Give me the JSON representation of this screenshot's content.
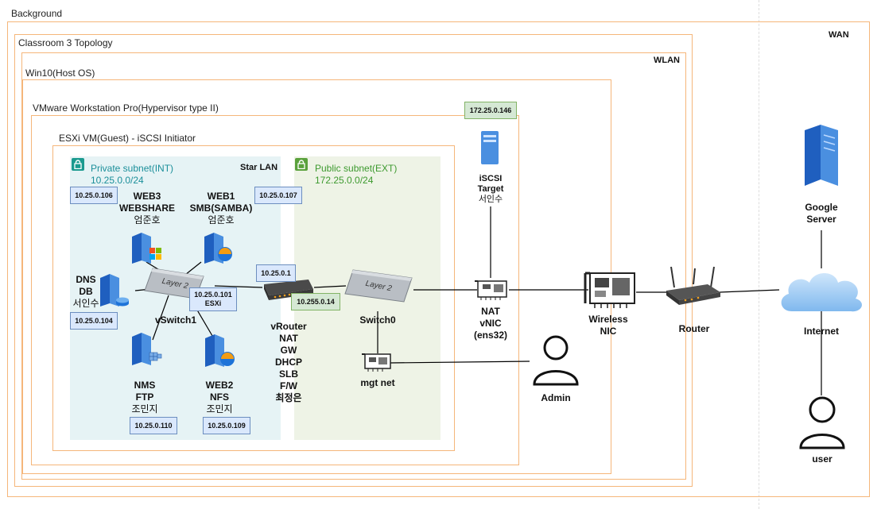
{
  "frames": {
    "background": "Background",
    "wan": "WAN",
    "classroom": "Classroom 3 Topology",
    "wlan": "WLAN",
    "host": "Win10(Host OS)",
    "hypervisor": "VMware Workstation Pro(Hypervisor type II)",
    "esxi": "ESXi VM(Guest) - iSCSI Initiator",
    "star_lan": "Star LAN"
  },
  "subnets": {
    "private": {
      "name": "Private subnet(INT)",
      "cidr": "10.25.0.0/24"
    },
    "public": {
      "name": "Public subnet(EXT)",
      "cidr": "172.25.0.0/24"
    }
  },
  "nodes": {
    "web3": {
      "lines": [
        "WEB3",
        "WEBSHARE",
        "엄준호"
      ],
      "ip": "10.25.0.106"
    },
    "web1": {
      "lines": [
        "WEB1",
        "SMB(SAMBA)",
        "엄준호"
      ],
      "ip": "10.25.0.107"
    },
    "dns": {
      "lines": [
        "DNS",
        "DB",
        "서인수"
      ],
      "ip": "10.25.0.104"
    },
    "vswitch1": {
      "label": "vSwitch1",
      "device_text": "Layer 2",
      "ip": "10.25.0.101",
      "ip_sub": "ESXi"
    },
    "nms": {
      "lines": [
        "NMS",
        "FTP",
        "조민지"
      ],
      "ip": "10.25.0.110"
    },
    "web2": {
      "lines": [
        "WEB2",
        "NFS",
        "조민지"
      ],
      "ip": "10.25.0.109"
    },
    "vrouter": {
      "lines": [
        "vRouter",
        "NAT",
        "GW",
        "DHCP",
        "SLB",
        "F/W",
        "최정은"
      ],
      "ip_int": "10.25.0.1",
      "ip_ext": "10.255.0.14"
    },
    "switch0": {
      "label": "Switch0",
      "device_text": "Layer 2"
    },
    "mgt": {
      "label": "mgt net"
    },
    "iscsi": {
      "lines": [
        "iSCSI",
        "Target",
        "서인수"
      ],
      "ip": "172.25.0.146"
    },
    "nat_vnic": {
      "lines": [
        "NAT",
        "vNIC",
        "(ens32)"
      ]
    },
    "wireless_nic": {
      "lines": [
        "Wireless",
        "NIC"
      ]
    },
    "router": {
      "label": "Router"
    },
    "internet": {
      "label": "Internet"
    },
    "google": {
      "lines": [
        "Google",
        "Server"
      ]
    },
    "admin": {
      "label": "Admin"
    },
    "user": {
      "label": "user"
    }
  },
  "colors": {
    "frame_border": "#f5b67a",
    "private_fill": "#e6f3f5",
    "public_fill": "#eef3e6",
    "private_text": "#1b8f9a",
    "public_text": "#3d9a2f",
    "server_blue": "#4a8fe0",
    "ip_fill": "#dae8fc",
    "ip_green": "#d5e8d4"
  }
}
